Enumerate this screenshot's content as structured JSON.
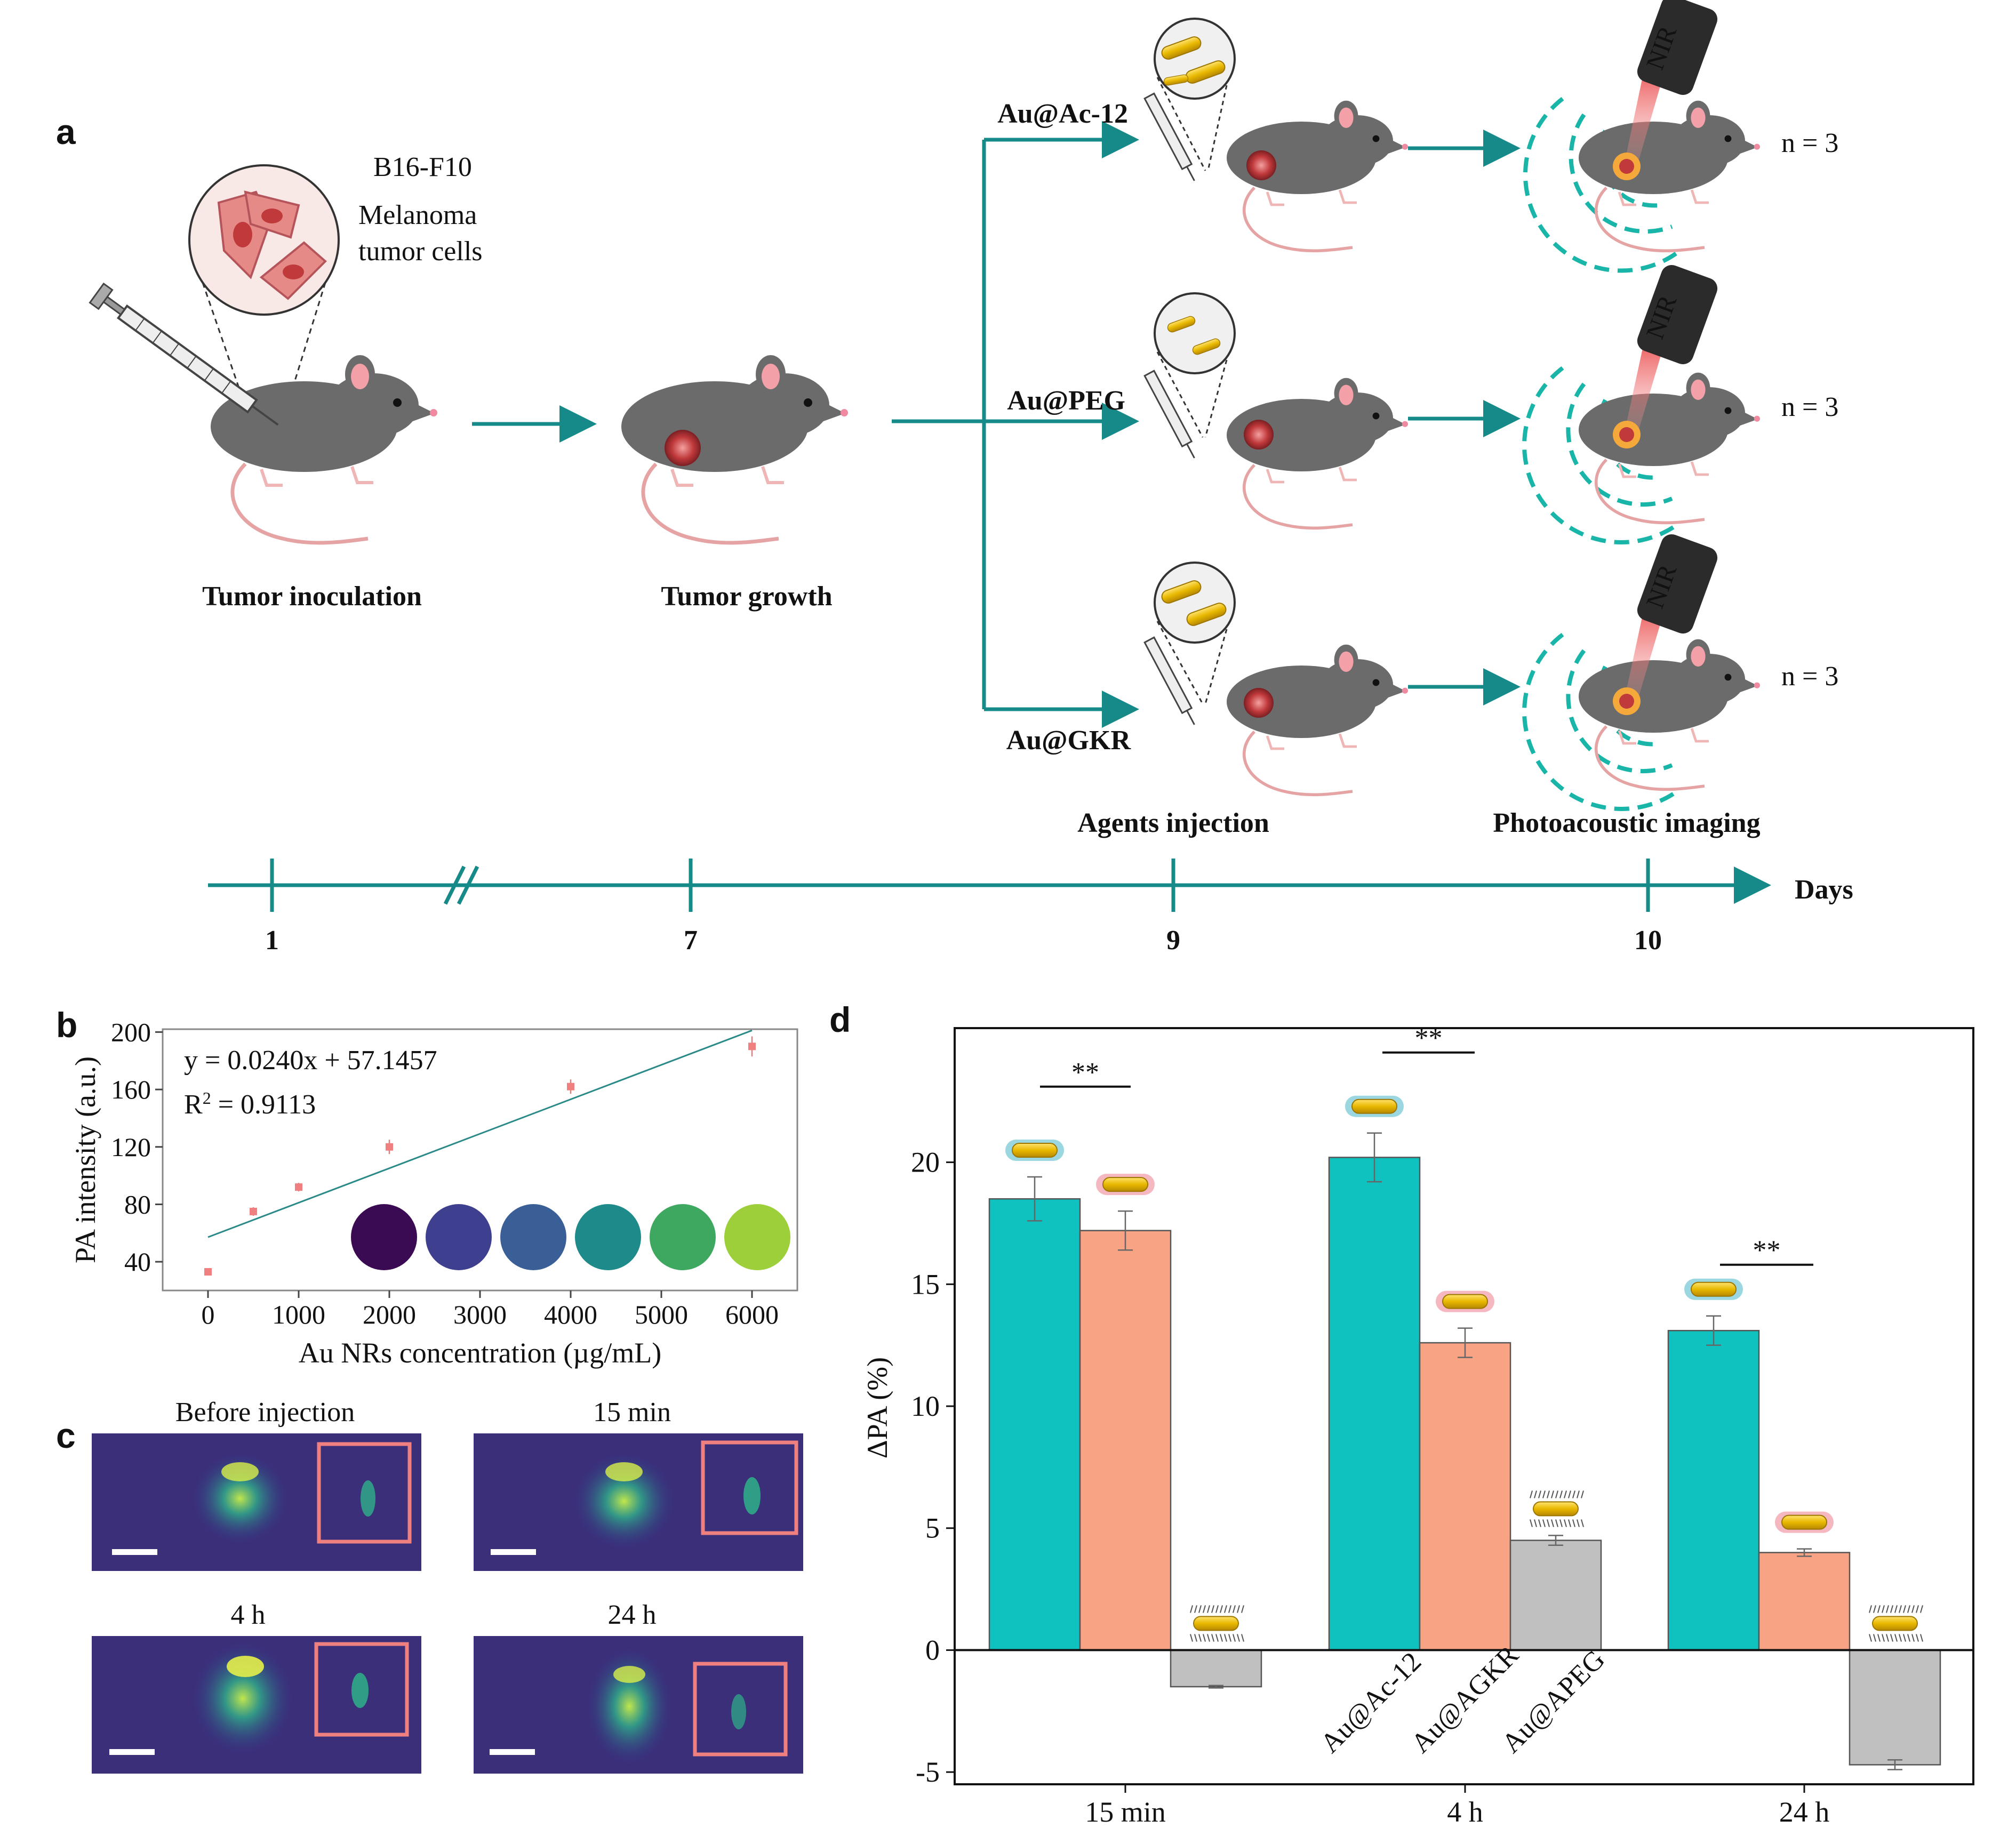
{
  "panel_labels": {
    "a": "a",
    "b": "b",
    "c": "c",
    "d": "d"
  },
  "panel_a": {
    "cell_label_line1": "B16-F10",
    "cell_label_line2": "Melanoma",
    "cell_label_line3": "tumor cells",
    "stage1": "Tumor inoculation",
    "stage2": "Tumor growth",
    "groups": [
      "Au@Ac-12",
      "Au@PEG",
      "Au@GKR"
    ],
    "laser_label": "NIR",
    "n_labels": [
      "n = 3",
      "n = 3",
      "n = 3"
    ],
    "agents_injection": "Agents injection",
    "photoacoustic_imaging": "Photoacoustic imaging",
    "timeline_unit": "Days",
    "timeline_days": [
      "1",
      "7",
      "9",
      "10"
    ],
    "colors": {
      "teal": "#168a88",
      "mouse": "#6b6b6b",
      "tumor": "#c0393b",
      "laser": "#e8393b"
    }
  },
  "chart_data": [
    {
      "type": "scatter",
      "panel": "b",
      "xlabel": "Au NRs concentration (µg/mL)",
      "ylabel": "PA intensity (a.u.)",
      "equation": "y = 0.0240x + 57.1457",
      "r2_prefix": "R",
      "r2_sup": "2",
      "r2_value": " = 0.9113",
      "x_ticks": [
        "0",
        "1000",
        "2000",
        "3000",
        "4000",
        "5000",
        "6000"
      ],
      "y_ticks": [
        "40",
        "80",
        "120",
        "160",
        "200"
      ],
      "xlim": [
        -500,
        6500
      ],
      "ylim": [
        20,
        202
      ],
      "points": [
        {
          "x": 0,
          "y": 33,
          "err": 1
        },
        {
          "x": 500,
          "y": 75,
          "err": 3
        },
        {
          "x": 1000,
          "y": 92,
          "err": 3
        },
        {
          "x": 2000,
          "y": 120,
          "err": 5
        },
        {
          "x": 4000,
          "y": 162,
          "err": 5
        },
        {
          "x": 6000,
          "y": 190,
          "err": 7
        }
      ],
      "fit": {
        "slope": 0.024,
        "intercept": 57.1457,
        "x0": 0,
        "x1": 6000
      },
      "inset_colors": [
        "#3a0a52",
        "#3f3f8f",
        "#3a5f96",
        "#1f8a8a",
        "#3ea860",
        "#9ccf3a"
      ],
      "marker_color": "#f08080",
      "line_color": "#2a8a88"
    },
    {
      "type": "bar",
      "panel": "d",
      "ylabel": "ΔPA (%)",
      "categories": [
        "15 min",
        "4 h",
        "24 h"
      ],
      "series": [
        {
          "name": "Au@Ac-12",
          "color": "#10c2bf",
          "values": [
            18.5,
            20.2,
            13.1
          ],
          "errors": [
            0.9,
            1.0,
            0.6
          ]
        },
        {
          "name": "Au@AGKR",
          "color": "#f9a385",
          "values": [
            17.2,
            12.6,
            4.0
          ],
          "errors": [
            0.8,
            0.6,
            0.15
          ]
        },
        {
          "name": "Au@APEG",
          "color": "#c0c0c0",
          "values": [
            -1.5,
            4.5,
            -4.7
          ],
          "errors": [
            0.05,
            0.2,
            0.2
          ]
        }
      ],
      "y_ticks": [
        "-5",
        "0",
        "5",
        "10",
        "15",
        "20"
      ],
      "ylim": [
        -5.5,
        25.5
      ],
      "significance": [
        {
          "category": "15 min",
          "label": "**"
        },
        {
          "category": "4 h",
          "label": "**"
        },
        {
          "category": "24 h",
          "label": "**"
        }
      ],
      "grid": false,
      "legend": "inline labels under bars"
    }
  ],
  "panel_c": {
    "image_titles": [
      "Before injection",
      "15 min",
      "4 h",
      "24 h"
    ],
    "colors": {
      "background": "#3b2f7a",
      "box": "#f08080",
      "scalebar": "#ffffff"
    }
  }
}
